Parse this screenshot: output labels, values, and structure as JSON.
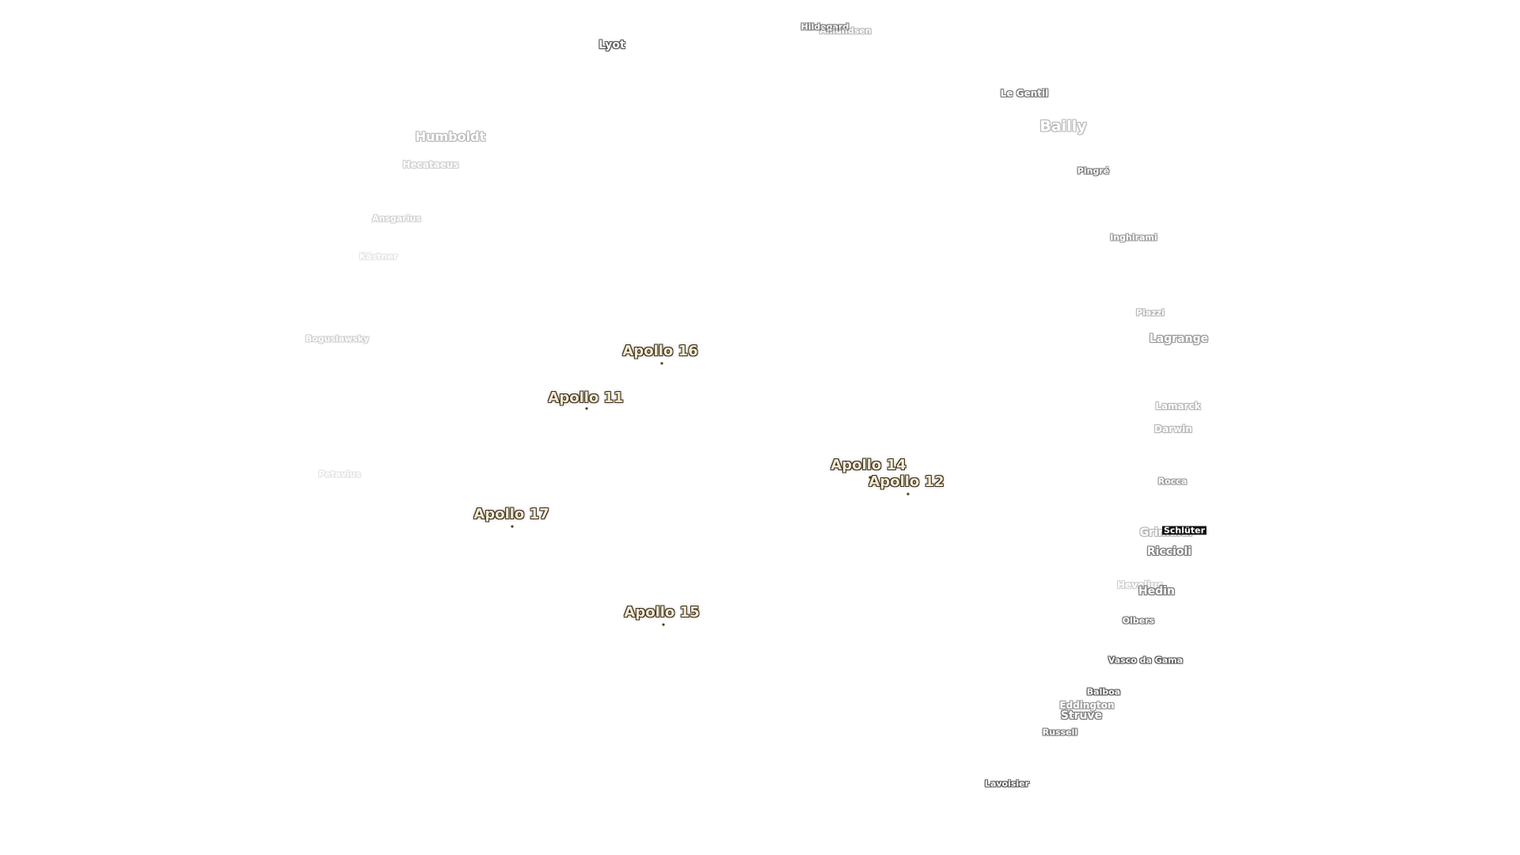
{
  "craters": [
    {
      "name": "Hildegard",
      "size": "c-xs",
      "fade": "o2"
    },
    {
      "name": "Amundsen",
      "size": "c-xs",
      "fade": "o4"
    },
    {
      "name": "Lyot",
      "size": "c-m",
      "fade": "o1"
    },
    {
      "name": "Le Gentil",
      "size": "c-s",
      "fade": "o2"
    },
    {
      "name": "Bailly",
      "size": "c-xl",
      "fade": "o4"
    },
    {
      "name": "Humboldt",
      "size": "c-l",
      "fade": "o4"
    },
    {
      "name": "Hecataeus",
      "size": "c-s",
      "fade": "o5"
    },
    {
      "name": "Pingré",
      "size": "c-xs",
      "fade": "o2"
    },
    {
      "name": "Inghirami",
      "size": "c-xs",
      "fade": "o3"
    },
    {
      "name": "Ansgarius",
      "size": "c-xs",
      "fade": "o5"
    },
    {
      "name": "Kästner",
      "size": "c-xs",
      "fade": "o6"
    },
    {
      "name": "Piazzi",
      "size": "c-xs",
      "fade": "o4"
    },
    {
      "name": "Lagrange",
      "size": "c-m",
      "fade": "o3"
    },
    {
      "name": "Boguslawsky",
      "size": "c-xs",
      "fade": "o5"
    },
    {
      "name": "Lamarck",
      "size": "c-s",
      "fade": "o4"
    },
    {
      "name": "Darwin",
      "size": "c-s",
      "fade": "o4"
    },
    {
      "name": "Rocca",
      "size": "c-xs",
      "fade": "o3"
    },
    {
      "name": "Petavius",
      "size": "c-xs",
      "fade": "o6"
    },
    {
      "name": "Grimaldi",
      "size": "c-m",
      "fade": "o4"
    },
    {
      "name": "Riccioli",
      "size": "c-m",
      "fade": "o2"
    },
    {
      "name": "Hevelius",
      "size": "c-s",
      "fade": "o5"
    },
    {
      "name": "Hedin",
      "size": "c-m",
      "fade": "o2"
    },
    {
      "name": "Olbers",
      "size": "c-xs",
      "fade": "o2"
    },
    {
      "name": "Vasco da Gama",
      "size": "c-xs",
      "fade": "o1"
    },
    {
      "name": "Balboa",
      "size": "c-xs",
      "fade": "o1"
    },
    {
      "name": "Eddington",
      "size": "c-s",
      "fade": "o3"
    },
    {
      "name": "Struve",
      "size": "c-m",
      "fade": "o2"
    },
    {
      "name": "Russell",
      "size": "c-xs",
      "fade": "o2"
    },
    {
      "name": "Lavoisier",
      "size": "c-xs",
      "fade": "o1"
    }
  ],
  "schluter": {
    "name": "Schlüter"
  },
  "apollo_sites": [
    {
      "name": "Apollo 16"
    },
    {
      "name": "Apollo 11"
    },
    {
      "name": "Apollo 14"
    },
    {
      "name": "Apollo 12"
    },
    {
      "name": "Apollo 17"
    },
    {
      "name": "Apollo 15"
    }
  ]
}
